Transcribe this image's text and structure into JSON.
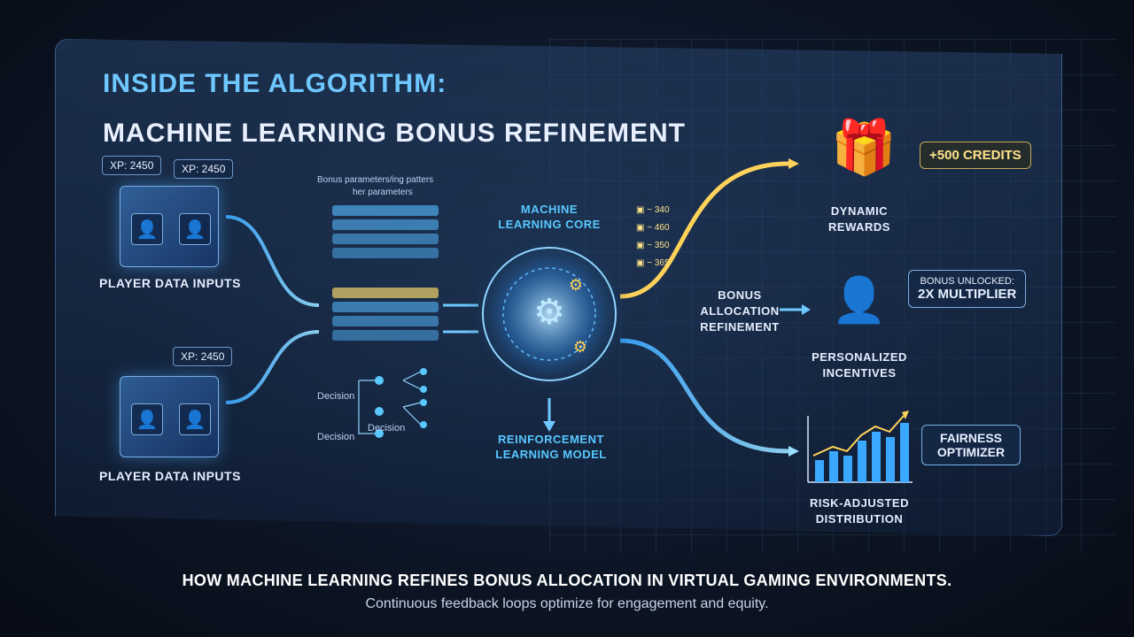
{
  "title": {
    "line1": "INSIDE THE ALGORITHM:",
    "line2": "MACHINE LEARNING BONUS REFINEMENT"
  },
  "inputs": {
    "top": {
      "tag1": "XP: 2450",
      "tag2": "XP: 2450",
      "label": "PLAYER DATA INPUTS"
    },
    "bottom": {
      "tag1": "XP: 2450",
      "label": "PLAYER DATA INPUTS"
    }
  },
  "params": {
    "caption_line1": "Bonus parameters/ing patters",
    "caption_line2": "her parameters",
    "decision_labels": [
      "Decision",
      "Decision",
      "Decision"
    ]
  },
  "core": {
    "label": "MACHINE LEARNING CORE",
    "values": [
      "340",
      "460",
      "350",
      "365"
    ],
    "rl_label": "REINFORCEMENT LEARNING MODEL"
  },
  "refinement": {
    "label": "BONUS ALLOCATION REFINEMENT"
  },
  "outputs": {
    "rewards": {
      "callout": "+500 CREDITS",
      "label": "DYNAMIC REWARDS"
    },
    "incentives": {
      "callout_line1": "BONUS UNLOCKED:",
      "callout_line2": "2X MULTIPLIER",
      "label": "PERSONALIZED INCENTIVES"
    },
    "distribution": {
      "callout": "FAIRNESS OPTIMIZER",
      "label": "RISK-ADJUSTED DISTRIBUTION"
    }
  },
  "footer": {
    "headline": "HOW MACHINE LEARNING REFINES BONUS ALLOCATION IN VIRTUAL GAMING ENVIRONMENTS.",
    "subline": "Continuous feedback loops optimize for engagement and equity."
  },
  "icons": {
    "player": "user-icon",
    "gear": "gear-icon",
    "chest": "treasure-chest-icon",
    "chart": "bar-chart-icon"
  },
  "colors": {
    "accent": "#58c8ff",
    "gold": "#ffd35a",
    "panel": "#1c3558"
  }
}
